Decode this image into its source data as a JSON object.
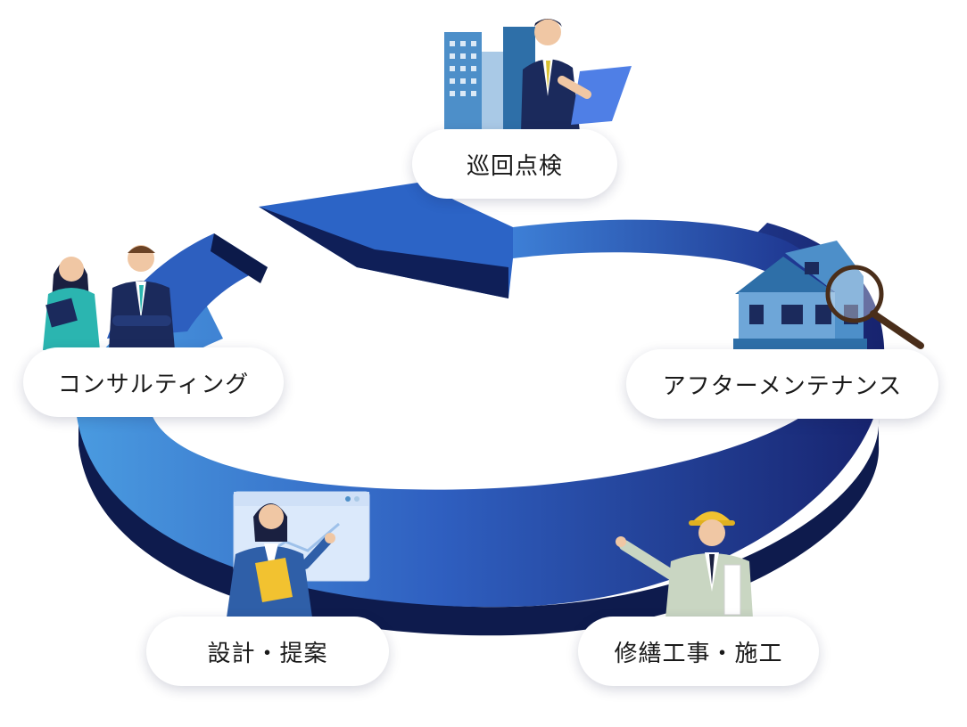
{
  "diagram": {
    "steps": [
      {
        "id": "top",
        "label": "巡回点検"
      },
      {
        "id": "right",
        "label": "アフターメンテナンス"
      },
      {
        "id": "bottom-right",
        "label": "修繕工事・施工"
      },
      {
        "id": "bottom-left",
        "label": "設計・提案"
      },
      {
        "id": "left",
        "label": "コンサルティング"
      }
    ],
    "flow_direction": "counter-clockwise",
    "colors": {
      "ring_light": "#3f8fd8",
      "ring_dark": "#1c2a7a",
      "ring_side": "#0c1a4a",
      "navy_suit": "#1b2a5c",
      "teal": "#2bb5b0",
      "building_blue": "#4d8fc9",
      "helmet_yellow": "#f2c230"
    }
  }
}
